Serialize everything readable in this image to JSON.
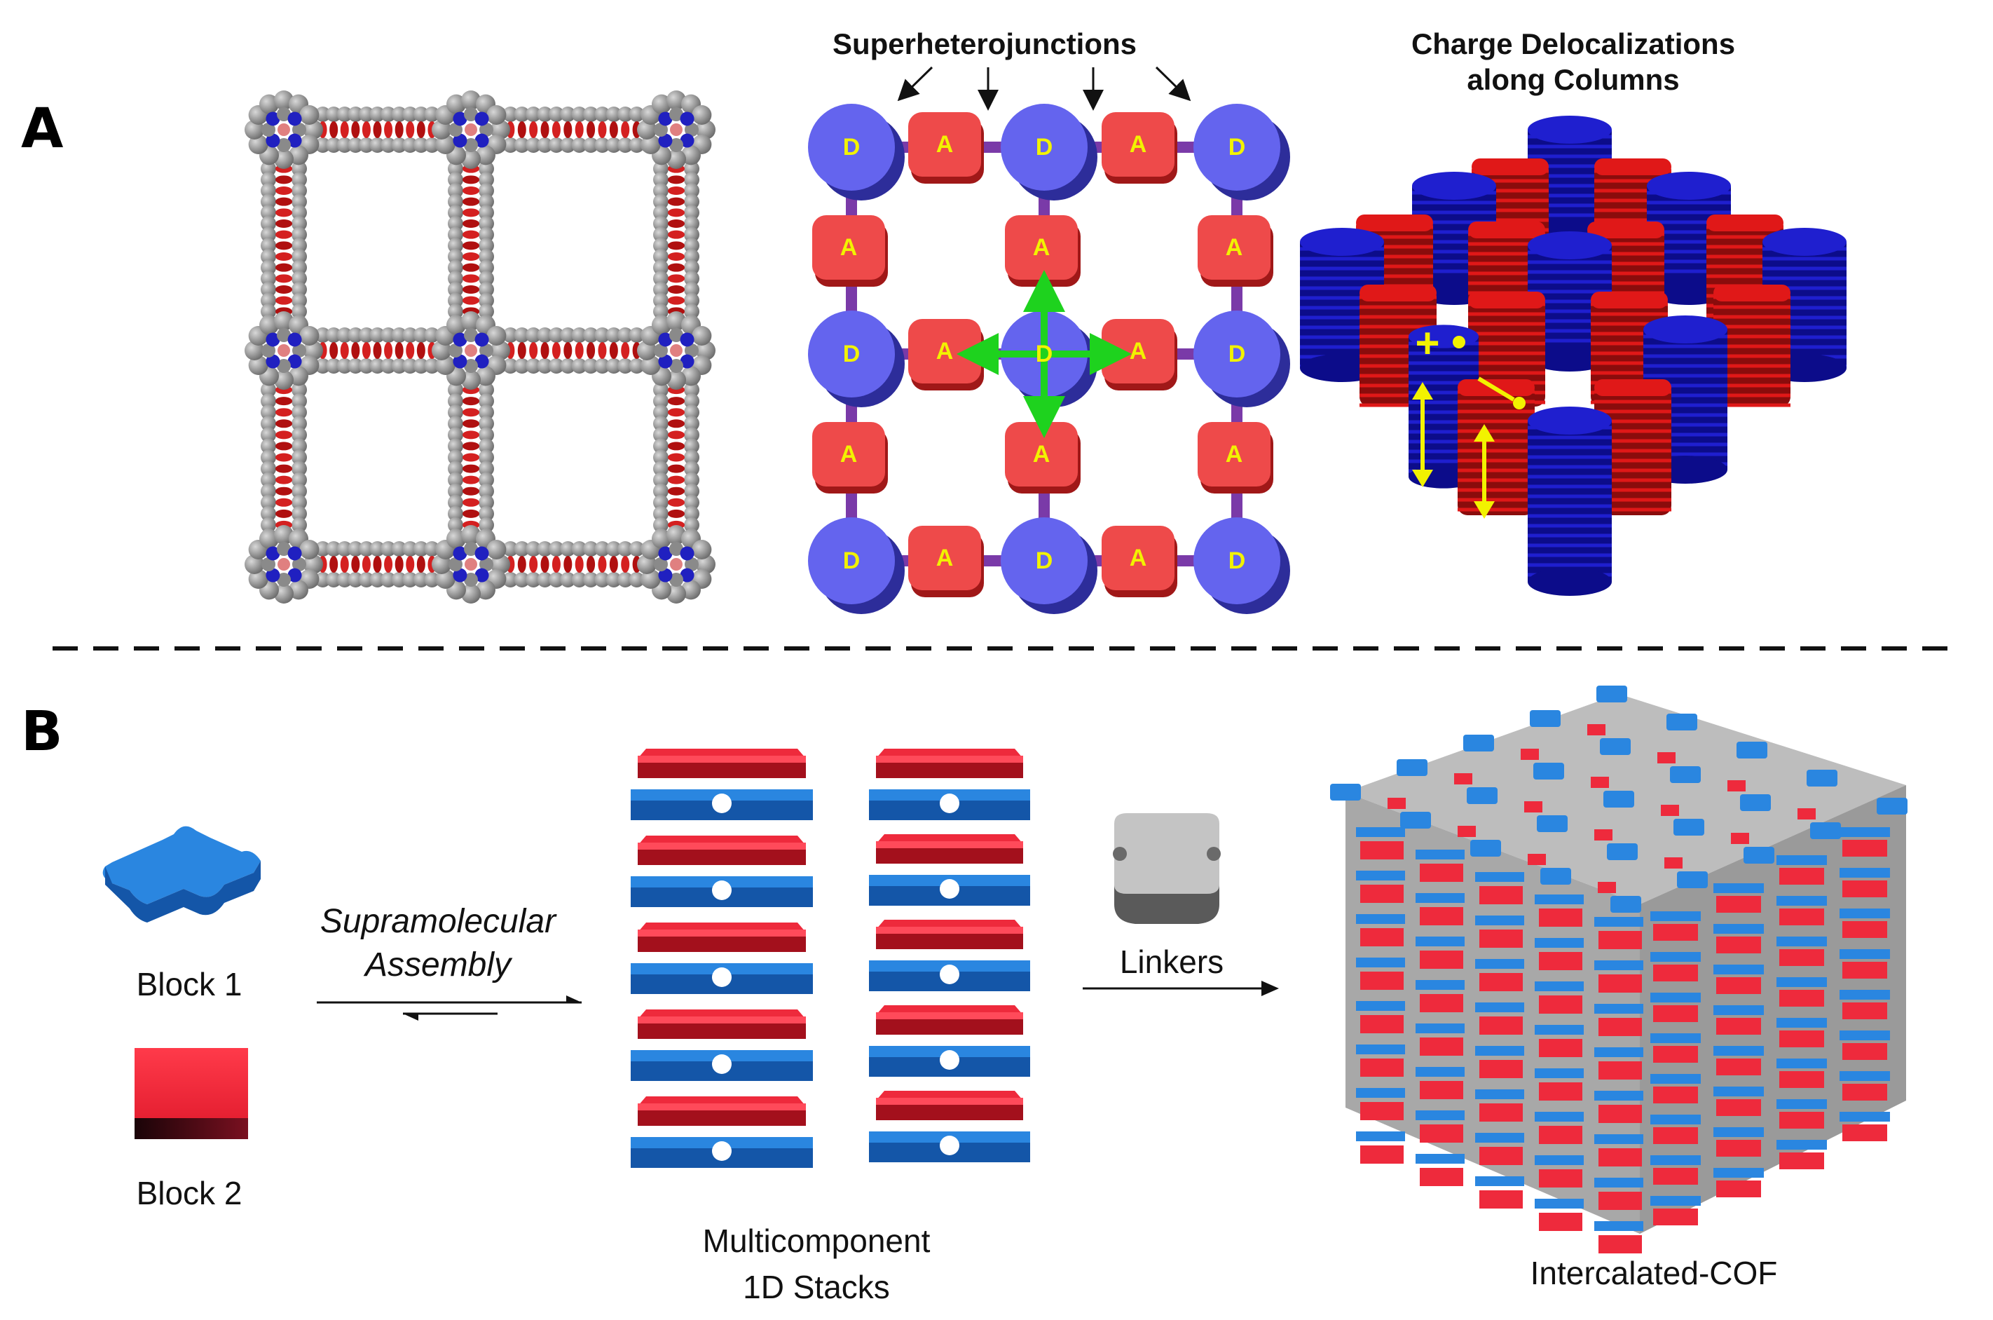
{
  "panels": {
    "a": {
      "letter": "A",
      "superheterojunctions": "Superheterojunctions",
      "charge_line1": "Charge Delocalizations",
      "charge_line2": "along Columns",
      "donor_label": "D",
      "acceptor_label": "A",
      "plus_sign": "+"
    },
    "b": {
      "letter": "B",
      "block1": "Block 1",
      "block2": "Block 2",
      "assembly_line1": "Supramolecular",
      "assembly_line2": "Assembly",
      "stacks_line1": "Multicomponent",
      "stacks_line2": "1D Stacks",
      "linkers": "Linkers",
      "cof": "Intercalated-COF"
    }
  },
  "colors": {
    "donor": "#6464ee",
    "donor_dark": "#2d2d9a",
    "acceptor": "#ee4a4a",
    "acceptor_dark": "#a01818",
    "column_blue": "#1f1fcf",
    "column_red": "#e01818",
    "puzzle_blue": "#2a86e0",
    "block_red": "#ee2a3c",
    "linker_gray": "#b8b8b8",
    "arrow_green": "#1ed21e",
    "charge_yellow": "#f2f200",
    "atom_gray": "#8a8a8a",
    "atom_red": "#d42020",
    "atom_blue": "#2020c0"
  }
}
